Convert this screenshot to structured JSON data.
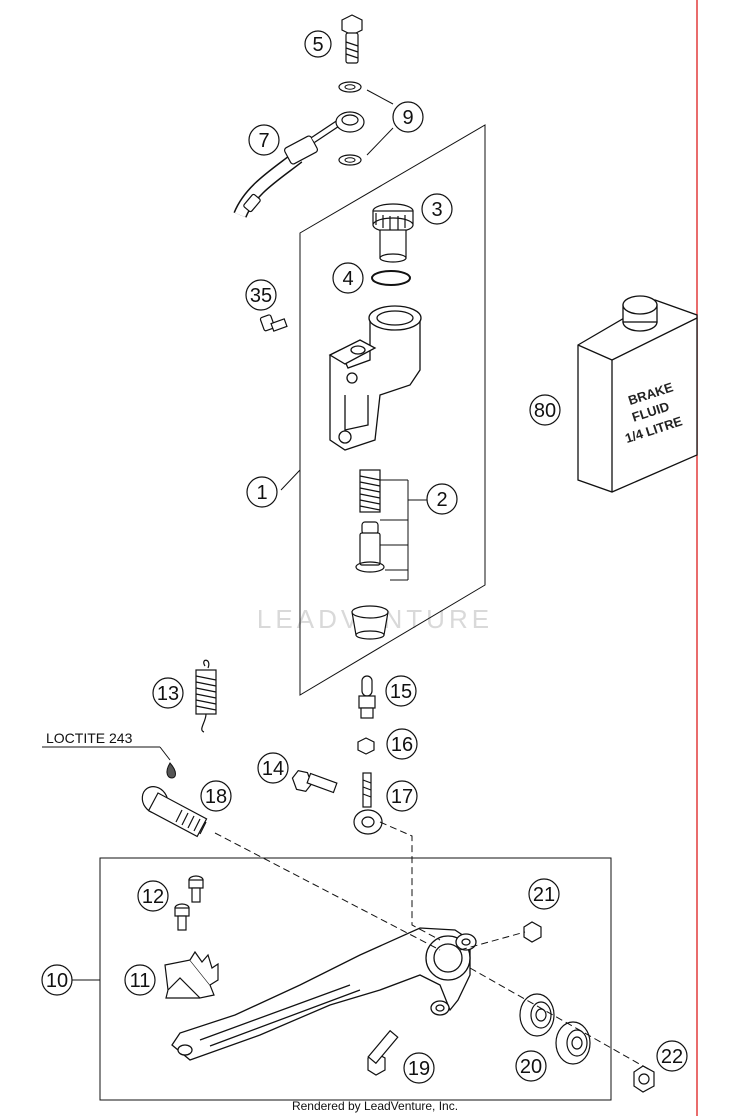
{
  "callouts": [
    {
      "id": "p1",
      "text": "1"
    },
    {
      "id": "p2",
      "text": "2"
    },
    {
      "id": "p3",
      "text": "3"
    },
    {
      "id": "p4",
      "text": "4"
    },
    {
      "id": "p5",
      "text": "5"
    },
    {
      "id": "p7",
      "text": "7"
    },
    {
      "id": "p9",
      "text": "9"
    },
    {
      "id": "p10",
      "text": "10"
    },
    {
      "id": "p11",
      "text": "11"
    },
    {
      "id": "p12",
      "text": "12"
    },
    {
      "id": "p13",
      "text": "13"
    },
    {
      "id": "p14",
      "text": "14"
    },
    {
      "id": "p15",
      "text": "15"
    },
    {
      "id": "p16",
      "text": "16"
    },
    {
      "id": "p17",
      "text": "17"
    },
    {
      "id": "p18",
      "text": "18"
    },
    {
      "id": "p19",
      "text": "19"
    },
    {
      "id": "p20",
      "text": "20"
    },
    {
      "id": "p21",
      "text": "21"
    },
    {
      "id": "p22",
      "text": "22"
    },
    {
      "id": "p35",
      "text": "35"
    },
    {
      "id": "p80",
      "text": "80"
    }
  ],
  "annotations": {
    "loctite": "LOCTITE 243"
  },
  "fluid_can": {
    "line1": "BRAKE",
    "line2": "FLUID",
    "line3": "1/4 LITRE"
  },
  "watermark": "LEADVENTURE",
  "footer": "Rendered by LeadVenture, Inc.",
  "colors": {
    "line": "#111111",
    "margin_line": "#e23b3b",
    "watermark": "#d9d9d9"
  }
}
